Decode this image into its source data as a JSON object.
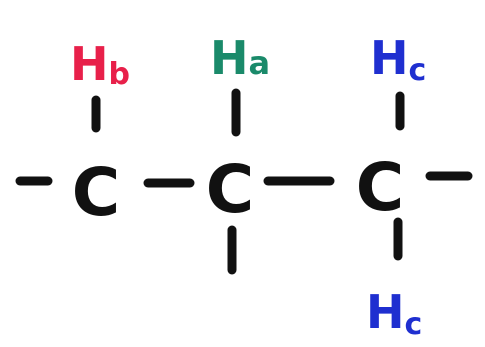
{
  "colors": {
    "ink": "#111111",
    "hb": "#e8204a",
    "ha": "#1a8a6a",
    "hc": "#1f2fd0"
  },
  "carbons": [
    {
      "symbol": "C"
    },
    {
      "symbol": "C"
    },
    {
      "symbol": "C"
    }
  ],
  "hydrogens": {
    "hb": {
      "main": "H",
      "sub": "b"
    },
    "ha": {
      "main": "H",
      "sub": "a"
    },
    "hc_top": {
      "main": "H",
      "sub": "c"
    },
    "hc_bottom": {
      "main": "H",
      "sub": "c"
    }
  }
}
